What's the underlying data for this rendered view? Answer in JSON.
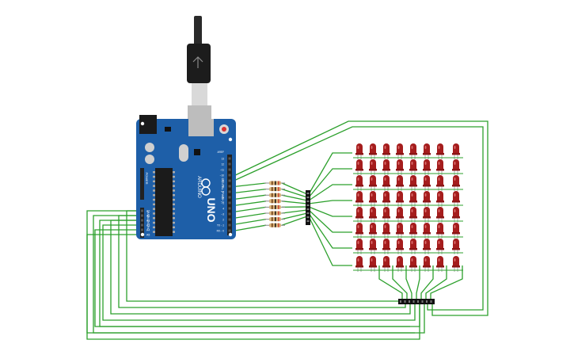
{
  "board": {
    "logo_text": "UNO",
    "brand_text": "ARDUINO",
    "digital_label": "DIGITAL (PWM~)",
    "analog_label": "ANALOG IN",
    "power_label": "POWER",
    "aref_label": "AREF",
    "gnd_label": "GND",
    "analog_pins": [
      "A0",
      "A1",
      "A2",
      "A3",
      "A4",
      "A5"
    ],
    "digital_pins": [
      "13",
      "12",
      "~11",
      "~10",
      "~9",
      "8",
      "7",
      "~6",
      "~5",
      "4",
      "~3",
      "2",
      "TX→1",
      "RX←0"
    ]
  },
  "matrix": {
    "rows": 8,
    "cols": 8,
    "led_color": "#a51d1d"
  },
  "resistor_count": 8,
  "colors": {
    "wire": "#2ca02c",
    "board": "#1e5fa8",
    "board_dark": "#164a87",
    "header": "#222222",
    "led": "#b22222"
  }
}
